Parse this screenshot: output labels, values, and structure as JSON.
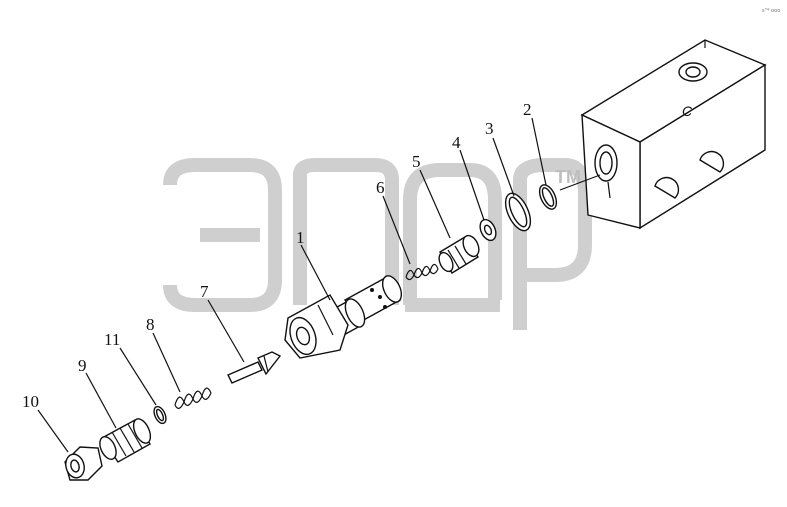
{
  "watermark": {
    "text": "ЭПДР",
    "trademark": "TM"
  },
  "block_port_label": "C",
  "corner_mark": "s\"* ooo",
  "part_numbers": [
    "1",
    "2",
    "3",
    "4",
    "5",
    "6",
    "7",
    "8",
    "9",
    "10",
    "11"
  ],
  "colors": {
    "line": "#111111",
    "watermark": "#cfcfcf",
    "background": "#ffffff"
  }
}
